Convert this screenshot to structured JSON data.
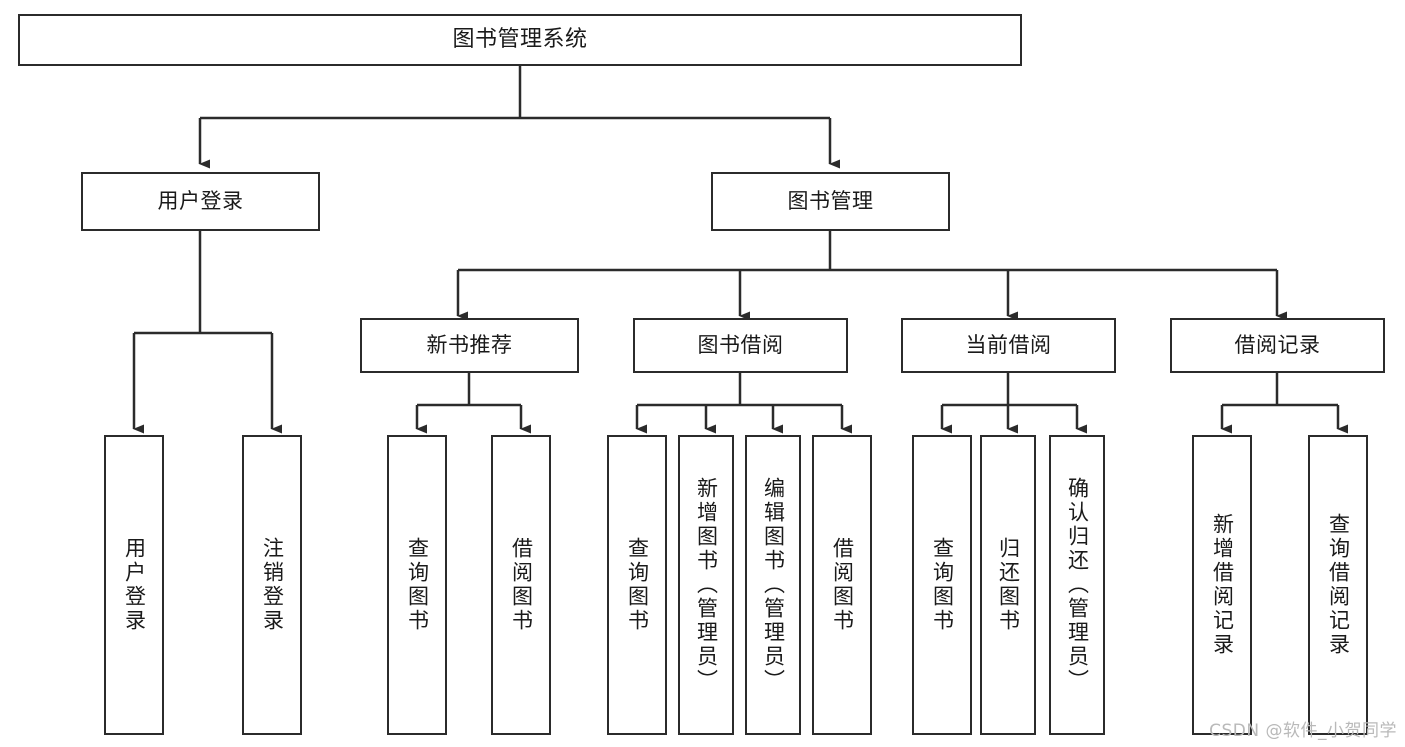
{
  "diagram": {
    "type": "tree-hierarchy-chart",
    "title": "图书管理系统",
    "watermark": "CSDN @软件_小贺同学",
    "colors": {
      "background": "#ffffff",
      "stroke": "#2b2b2b",
      "text": "#1a1a1a",
      "watermark": "#b9b9b9"
    }
  },
  "nodes": {
    "root": {
      "label": "图书管理系统"
    },
    "level2": [
      {
        "label": "用户登录"
      },
      {
        "label": "图书管理"
      }
    ],
    "level3": [
      {
        "label": "新书推荐"
      },
      {
        "label": "图书借阅"
      },
      {
        "label": "当前借阅"
      },
      {
        "label": "借阅记录"
      }
    ],
    "leaves": {
      "user_login": [
        {
          "label": "用户登录"
        },
        {
          "label": "注销登录"
        }
      ],
      "new_book_recommend": [
        {
          "label": "查询图书"
        },
        {
          "label": "借阅图书"
        }
      ],
      "book_borrow": [
        {
          "label": "查询图书"
        },
        {
          "label": "新增图书（管理员）"
        },
        {
          "label": "编辑图书（管理员）"
        },
        {
          "label": "借阅图书"
        }
      ],
      "current_borrow": [
        {
          "label": "查询图书"
        },
        {
          "label": "归还图书"
        },
        {
          "label": "确认归还（管理员）"
        }
      ],
      "borrow_record": [
        {
          "label": "新增借阅记录"
        },
        {
          "label": "查询借阅记录"
        }
      ]
    }
  }
}
